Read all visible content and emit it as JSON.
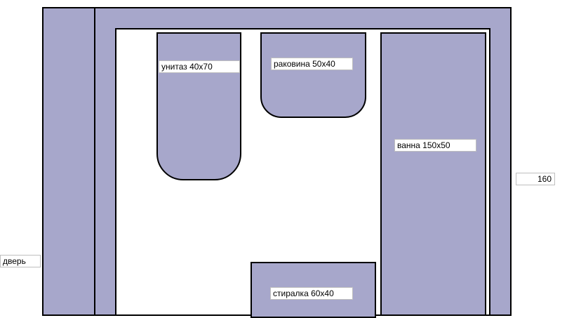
{
  "plan": {
    "fill_color": "#a7a7cb",
    "outline_color": "#000000",
    "labels": {
      "door": "дверь",
      "dimension": "160",
      "toilet": "унитаз 40x70",
      "sink": "раковина 50x40",
      "bathtub": "ванна 150x50",
      "washer": "стиралка 60x40"
    }
  }
}
